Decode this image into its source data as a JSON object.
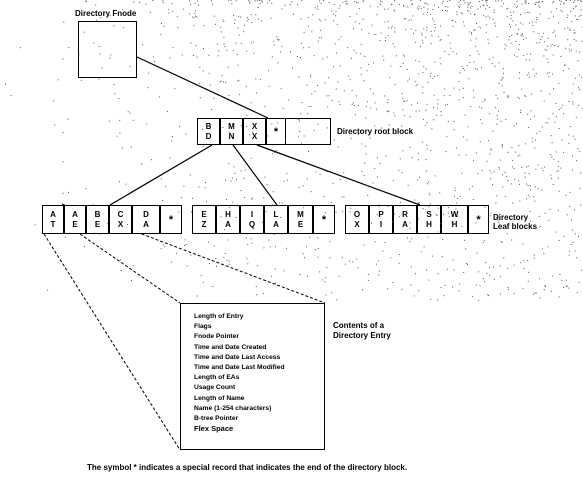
{
  "title": "Directory Fnode",
  "root_block": {
    "cells": [
      {
        "top": "B",
        "bottom": "D"
      },
      {
        "top": "M",
        "bottom": "N"
      },
      {
        "top": "X",
        "bottom": "X"
      }
    ],
    "end_symbol": "*",
    "label": "Directory root block"
  },
  "leaf_blocks": [
    {
      "cells": [
        {
          "top": "A",
          "bottom": "T"
        },
        {
          "top": "A",
          "bottom": "E"
        },
        {
          "top": "B",
          "bottom": "E"
        },
        {
          "top": "C",
          "bottom": "X"
        },
        {
          "top": "D",
          "bottom": "A"
        }
      ],
      "end_symbol": "*"
    },
    {
      "cells": [
        {
          "top": "E",
          "bottom": "Z"
        },
        {
          "top": "H",
          "bottom": "A"
        },
        {
          "top": "I",
          "bottom": "Q"
        },
        {
          "top": "L",
          "bottom": "A"
        },
        {
          "top": "M",
          "bottom": "E"
        }
      ],
      "end_symbol": "*"
    },
    {
      "cells": [
        {
          "top": "O",
          "bottom": "X"
        },
        {
          "top": "P",
          "bottom": "I"
        },
        {
          "top": "R",
          "bottom": "A"
        },
        {
          "top": "S",
          "bottom": "H"
        },
        {
          "top": "W",
          "bottom": "H"
        }
      ],
      "end_symbol": "*"
    }
  ],
  "leaf_label": [
    "Directory",
    "Leaf blocks"
  ],
  "entry_fields": [
    "Length of Entry",
    "Flags",
    "Fnode Pointer",
    "Time and Date Created",
    "Time and Date Last Access",
    "Time and Date Last Modified",
    "Length of EAs",
    "Usage Count",
    "Length of Name",
    "Name (1-254 characters)",
    "B-tree Pointer",
    "Flex Space"
  ],
  "entry_label": [
    "Contents of a",
    "Directory Entry"
  ],
  "caption": "The symbol * indicates a special record that indicates the end of the directory block."
}
